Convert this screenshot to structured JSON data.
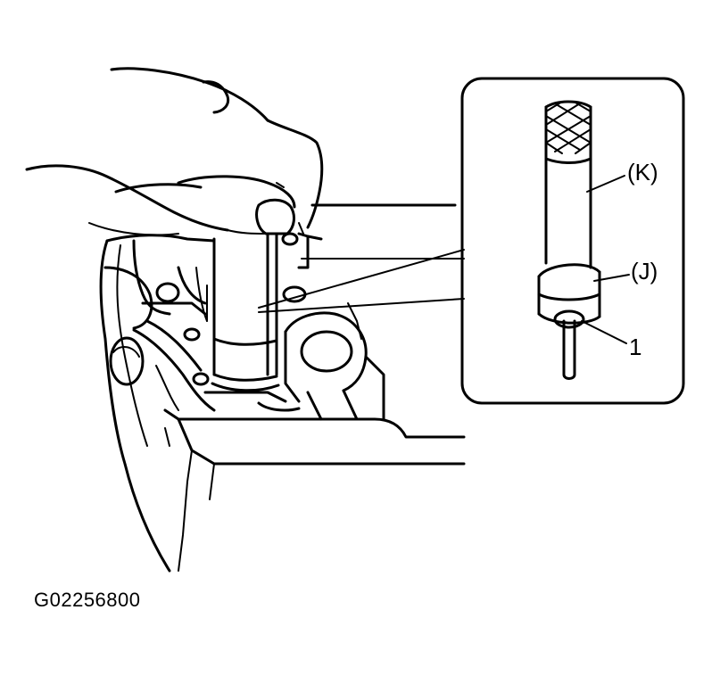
{
  "figure": {
    "code": "G02256800",
    "callouts": {
      "k": "(K)",
      "j": "(J)",
      "one": "1"
    }
  }
}
